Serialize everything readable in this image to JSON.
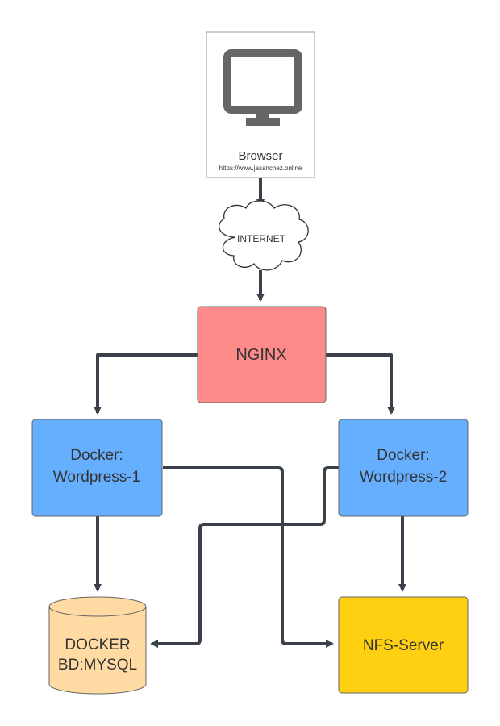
{
  "browser": {
    "title": "Browser",
    "url": "https://www.jasanchez.online",
    "icon": "monitor-icon"
  },
  "internet": {
    "label": "INTERNET",
    "icon": "cloud-icon"
  },
  "nginx": {
    "label": "NGINX",
    "color": "#FF8A8A"
  },
  "wordpress1": {
    "line1": "Docker:",
    "line2": "Wordpress-1",
    "color": "#66AFFF"
  },
  "wordpress2": {
    "line1": "Docker:",
    "line2": "Wordpress-2",
    "color": "#66AFFF"
  },
  "mysql": {
    "line1": "DOCKER",
    "line2": "BD:MYSQL",
    "color": "#FFDBA3",
    "shape": "cylinder"
  },
  "nfs": {
    "label": "NFS-Server",
    "color": "#FFD011"
  },
  "connector_color": "#3A414A"
}
